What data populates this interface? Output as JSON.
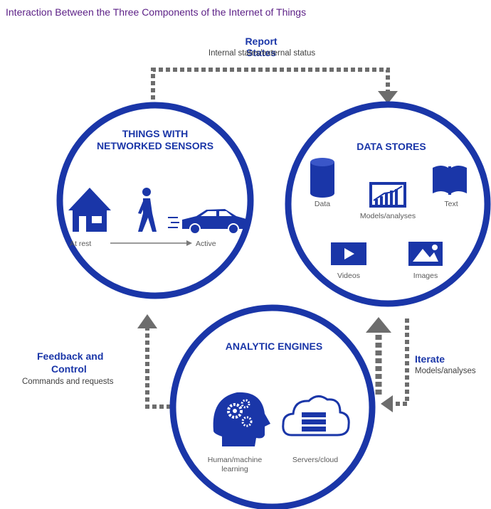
{
  "title": "Interaction Between the Three Components of the Internet of Things",
  "flows": {
    "report": {
      "label": "Report States",
      "sublabel": "Internal states/external status"
    },
    "feedback": {
      "label_line1": "Feedback and",
      "label_line2": "Control",
      "sublabel": "Commands and requests"
    },
    "iterate": {
      "label": "Iterate",
      "sublabel": "Models/analyses"
    }
  },
  "things": {
    "heading_line1": "THINGS WITH",
    "heading_line2": "NETWORKED SENSORS",
    "state_start": "At rest",
    "state_end": "Active",
    "icons": [
      "house-icon",
      "walking-person-icon",
      "car-icon"
    ]
  },
  "stores": {
    "heading": "DATA STORES",
    "items": [
      "Data",
      "Models/analyses",
      "Text",
      "Videos",
      "Images"
    ],
    "icons": [
      "database-icon",
      "chart-icon",
      "book-icon",
      "video-icon",
      "image-icon"
    ]
  },
  "engines": {
    "heading": "ANALYTIC ENGINES",
    "items": [
      "Human/machine learning",
      "Servers/cloud"
    ],
    "learning_line1": "Human/machine",
    "learning_line2": "learning",
    "icons": [
      "head-gears-icon",
      "cloud-server-icon"
    ]
  },
  "colors": {
    "brand": "#1a36a8",
    "arrow": "#6d6d6d",
    "title": "#5b1f86"
  }
}
